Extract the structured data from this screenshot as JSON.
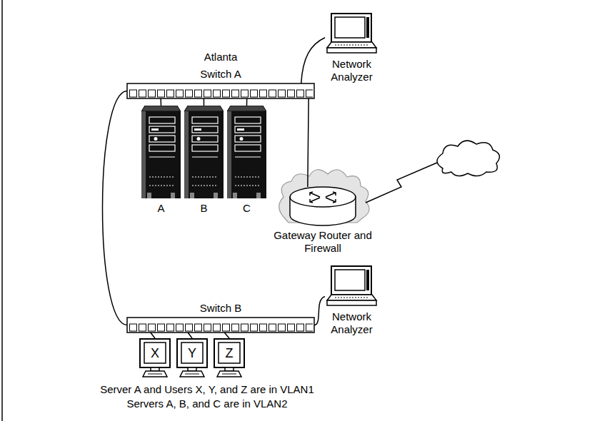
{
  "diagram": {
    "nodes": [
      {
        "text": [
          "Atlanta",
          "Switch A"
        ]
      },
      {
        "text": [
          "A"
        ]
      },
      {
        "text": [
          "B"
        ]
      },
      {
        "text": [
          "C"
        ]
      },
      {
        "text": [
          "Network Analyzer"
        ]
      },
      {
        "text": [
          "Gateway Router and Firewall"
        ]
      },
      {
        "text": [
          "Switch B"
        ]
      },
      {
        "text": [
          "X"
        ]
      },
      {
        "text": [
          "Y"
        ]
      },
      {
        "text": [
          "Z"
        ]
      },
      {
        "text": [
          "Network Analyzer"
        ]
      }
    ],
    "edges": [
      {
        "from": 0,
        "to": 1,
        "arrow": "none"
      },
      {
        "from": 0,
        "to": 2,
        "arrow": "none"
      },
      {
        "from": 0,
        "to": 3,
        "arrow": "none"
      },
      {
        "from": 0,
        "to": 4,
        "arrow": "none"
      },
      {
        "from": 0,
        "to": 5,
        "arrow": "none"
      },
      {
        "from": 0,
        "to": 6,
        "arrow": "none"
      },
      {
        "from": 6,
        "to": 7,
        "arrow": "none"
      },
      {
        "from": 6,
        "to": 8,
        "arrow": "none"
      },
      {
        "from": 6,
        "to": 9,
        "arrow": "none"
      },
      {
        "from": 6,
        "to": 10,
        "arrow": "none"
      }
    ],
    "labels": [
      "Server A and Users X, Y, and Z are in VLAN1",
      "Servers A, B, and C are in VLAN2"
    ]
  }
}
